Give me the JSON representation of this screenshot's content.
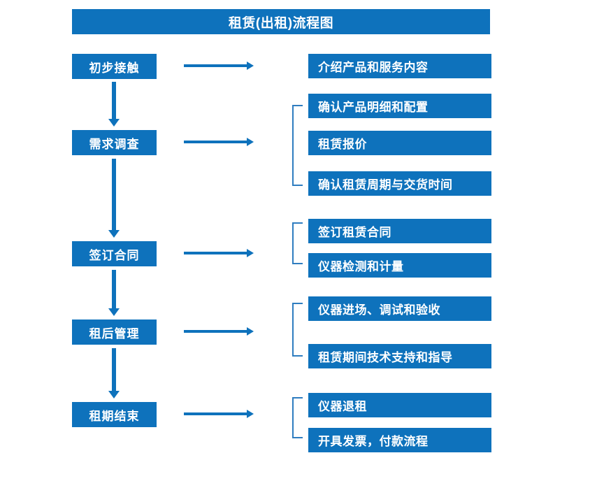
{
  "chart_data": {
    "type": "diagram",
    "title": "租赁(出租)流程图",
    "diagram_kind": "flowchart",
    "orientation": "vertical-main-with-horizontal-branches",
    "accent_color": "#0E72BC",
    "bracket_color": "#2F7DC0",
    "text_color": "#FFFFFF",
    "background_color": "#FFFFFF"
  },
  "header": {
    "title": "租赁(出租)流程图"
  },
  "flow": {
    "stages": [
      {
        "id": "stage-1",
        "label": "初步接触",
        "arrow": "horizontal-arrow-right",
        "grouped": false,
        "details": [
          "介绍产品和服务内容"
        ]
      },
      {
        "id": "stage-2",
        "label": "需求调查",
        "arrow": "horizontal-arrow-right",
        "grouped": true,
        "details": [
          "确认产品明细和配置",
          "租赁报价",
          "确认租赁周期与交货时间"
        ]
      },
      {
        "id": "stage-3",
        "label": "签订合同",
        "arrow": "horizontal-arrow-right",
        "grouped": true,
        "details": [
          "签订租赁合同",
          "仪器检测和计量"
        ]
      },
      {
        "id": "stage-4",
        "label": "租后管理",
        "arrow": "horizontal-arrow-right",
        "grouped": true,
        "details": [
          "仪器进场、调试和验收",
          "租赁期间技术支持和指导"
        ]
      },
      {
        "id": "stage-5",
        "label": "租期结束",
        "arrow": "horizontal-arrow-right",
        "grouped": true,
        "details": [
          "仪器退租",
          "开具发票，付款流程"
        ]
      }
    ],
    "connectors": {
      "down_arrow_count": 4,
      "right_arrow_count": 5,
      "bracket_count": 4
    }
  }
}
